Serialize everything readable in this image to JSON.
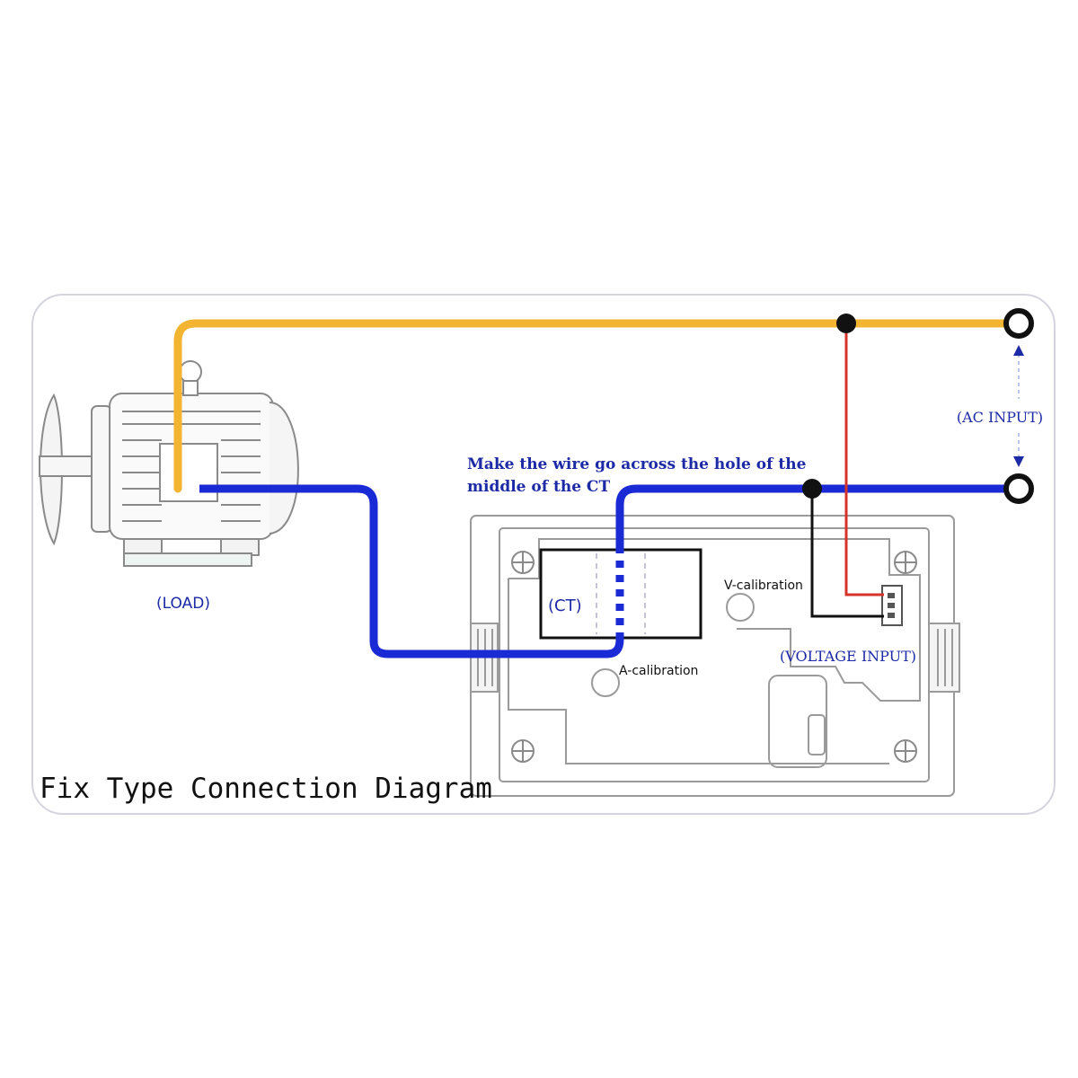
{
  "diagram": {
    "title": "Fix Type Connection Diagram",
    "instruction_line1": "Make the wire go across the hole of the",
    "instruction_line2": "middle of the CT",
    "load_label": "(LOAD)",
    "ct_label": "(CT)",
    "ac_input_label": "(AC INPUT)",
    "voltage_input_label": "(VOLTAGE INPUT)",
    "v_calibration_label": "V-calibration",
    "a_calibration_label": "A-calibration"
  },
  "colors": {
    "live_wire": "#f2b431",
    "neutral_wire": "#1a2bd6",
    "voltage_red": "#d6342b",
    "voltage_black": "#111111",
    "label_blue": "#1c2aa6",
    "outline_gray": "#9a9a9a",
    "frame_border": "#d4d4df"
  }
}
